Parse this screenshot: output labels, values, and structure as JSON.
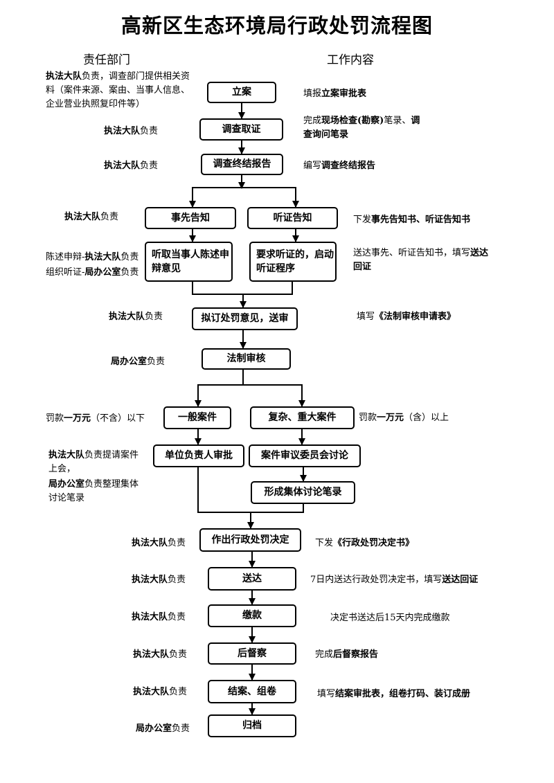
{
  "title": "高新区生态环境局行政处罚流程图",
  "headers": {
    "left": "责任部门",
    "right": "工作内容"
  },
  "boxes": {
    "lian": "立案",
    "diaocha": "调查取证",
    "zhongjie": "调查终结报告",
    "shixian": "事先告知",
    "tingzheng": "听证告知",
    "chenshu": "听取当事人陈述申辩意见",
    "qidong": "要求听证的，启动听证程序",
    "niding": "拟订处罚意见，送审",
    "fazhi": "法制审核",
    "yiban": "一般案件",
    "fuza": "复杂、重大案件",
    "danwei": "单位负责人审批",
    "shenyi": "案件审议委员会讨论",
    "jiti": "形成集体讨论笔录",
    "zuochu": "作出行政处罚决定",
    "songda": "送达",
    "jiaokuan": "缴款",
    "houdu": "后督察",
    "jiean": "结案、组卷",
    "guidang": "归档"
  },
  "left_notes": {
    "lian": [
      "执法大队",
      "负责，调查部门提供相关资料（案件来源、案由、当事人信息、企业营业执照复印件等）"
    ],
    "diaocha": [
      "执法大队",
      "负责"
    ],
    "zhongjie": [
      "执法大队",
      "负责"
    ],
    "gaozhi": [
      "执法大队",
      "负责"
    ],
    "chenshu_l1": [
      "陈述申辩-",
      "执法大队",
      "负责"
    ],
    "chenshu_l2": [
      "组织听证-",
      "局办公室",
      "负责"
    ],
    "niding": [
      "执法大队",
      "负责"
    ],
    "fazhi": [
      "局办公室",
      "负责"
    ],
    "fakuan_low": [
      "罚款",
      "一万元",
      "（不含）以下"
    ],
    "taolun_l1": [
      "执法大队",
      "负责提请案件上会，"
    ],
    "taolun_l2": [
      "局办公室",
      "负责整理集体讨论笔录"
    ],
    "zuochu": [
      "执法大队",
      "负责"
    ],
    "songda": [
      "执法大队",
      "负责"
    ],
    "jiaokuan": [
      "执法大队",
      "负责"
    ],
    "houdu": [
      "执法大队",
      "负责"
    ],
    "jiean": [
      "执法大队",
      "负责"
    ],
    "guidang": [
      "局办公室",
      "负责"
    ]
  },
  "right_notes": {
    "lian": [
      "填报",
      "立案审批表"
    ],
    "diaocha": [
      "完成",
      "现场检查(勘察)",
      "笔录、",
      "调查询问笔录"
    ],
    "zhongjie": [
      "编写",
      "调查终结报告"
    ],
    "gaozhi": [
      "下发",
      "事先告知书、听证告知书"
    ],
    "songda_notice": [
      "送达事先、听证告知书，填写",
      "送达回证"
    ],
    "niding": [
      "填写",
      "《法制审核申请表》"
    ],
    "fakuan_high": [
      "罚款",
      "一万元",
      "（含）以上"
    ],
    "zuochu": [
      "下发",
      "《行政处罚决定书》"
    ],
    "songda": [
      "7日内送达行政处罚决定书，填写",
      "送达回证"
    ],
    "jiaokuan": [
      "决定书送达后15天内完成缴款"
    ],
    "houdu": [
      "完成",
      "后督察报告"
    ],
    "jiean": [
      "填写",
      "结案审批表，组卷打码、装订成册"
    ]
  }
}
